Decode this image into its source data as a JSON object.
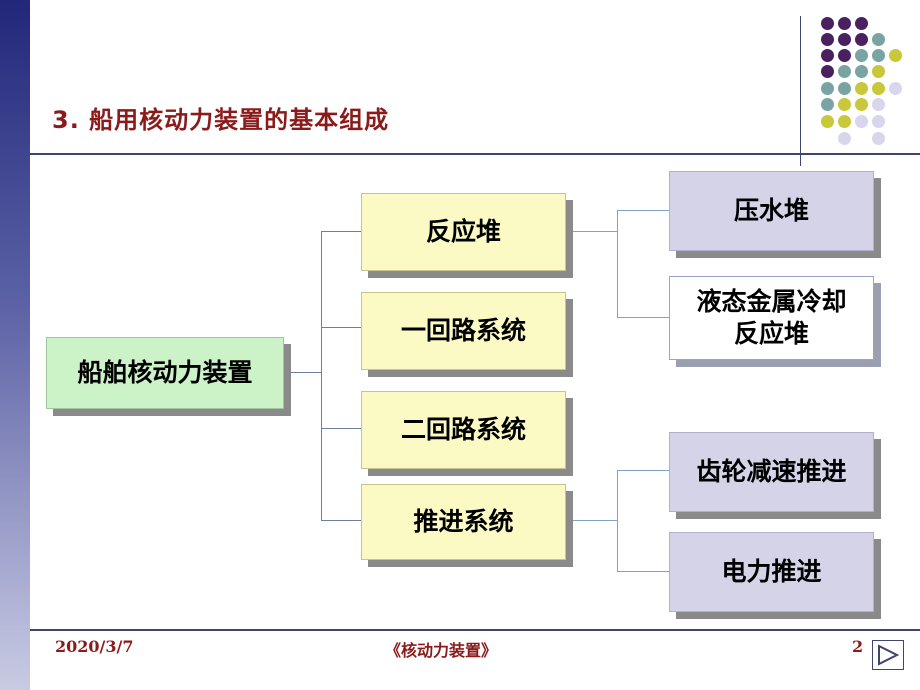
{
  "slide": {
    "title": "3. 船用核动力装置的基本组成",
    "footer_date": "2020/3/7",
    "footer_title": "《核动力装置》",
    "page_number": "2"
  },
  "diagram": {
    "root": "船舶核动力装置",
    "branches": [
      {
        "label": "反应堆",
        "children": [
          "压水堆",
          "液态金属冷却\n反应堆"
        ]
      },
      {
        "label": "一回路系统",
        "children": []
      },
      {
        "label": "二回路系统",
        "children": []
      },
      {
        "label": "推进系统",
        "children": [
          "齿轮减速推进",
          "电力推进"
        ]
      }
    ]
  },
  "colors": {
    "title": "#8b1a1a",
    "root_fill": "#ccf2c8",
    "branch_fill": "#fbf9c4",
    "leaf_fill": "#d4d3e8",
    "dot_purple": "#4a2060",
    "dot_teal": "#7aa3a3",
    "dot_yellow": "#c8c83a",
    "dot_lavender": "#d8d6ec"
  },
  "icons": {
    "nav": "next-slide-triangle-icon",
    "decoration": "dot-grid-decoration"
  }
}
